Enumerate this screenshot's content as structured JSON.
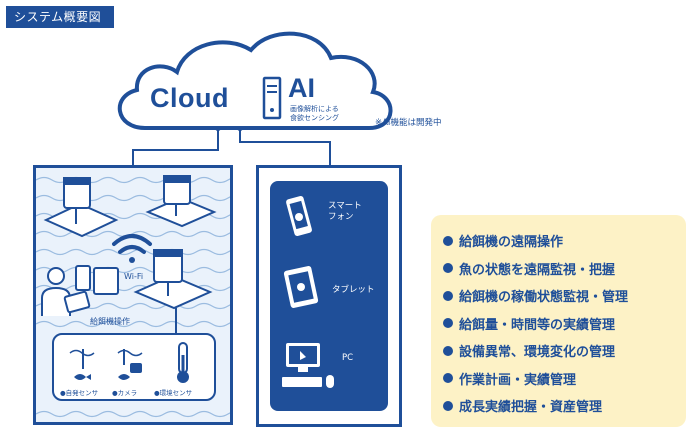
{
  "header": {
    "title": "システム概要図"
  },
  "cloud": {
    "label": "Cloud",
    "ai_label": "AI",
    "ai_sub_line1": "画像解析による",
    "ai_sub_line2": "食欲センシング",
    "note": "※AI機能は開発中"
  },
  "site": {
    "wifi_label": "Wi-Fi",
    "operator_label": "給餌機操作",
    "sensors": [
      {
        "label": "●自発センサ",
        "icon": "sensor-icon"
      },
      {
        "label": "●カメラ",
        "icon": "camera-icon"
      },
      {
        "label": "●環境センサ",
        "icon": "thermometer-icon"
      }
    ]
  },
  "devices": [
    {
      "label_line1": "スマート",
      "label_line2": "フォン",
      "icon": "smartphone-icon"
    },
    {
      "label_line1": "タブレット",
      "label_line2": "",
      "icon": "tablet-icon"
    },
    {
      "label_line1": "PC",
      "label_line2": "",
      "icon": "pc-icon"
    }
  ],
  "features": [
    "給餌機の遠隔操作",
    "魚の状態を遠隔監視・把握",
    "給餌機の稼働状態監視・管理",
    "給餌量・時間等の実績管理",
    "設備異常、環境変化の管理",
    "作業計画・実績管理",
    "成長実績把握・資産管理"
  ],
  "colors": {
    "primary": "#1f4f99",
    "water": "#eaf2fb",
    "feature_bg": "#fdf2c6"
  }
}
